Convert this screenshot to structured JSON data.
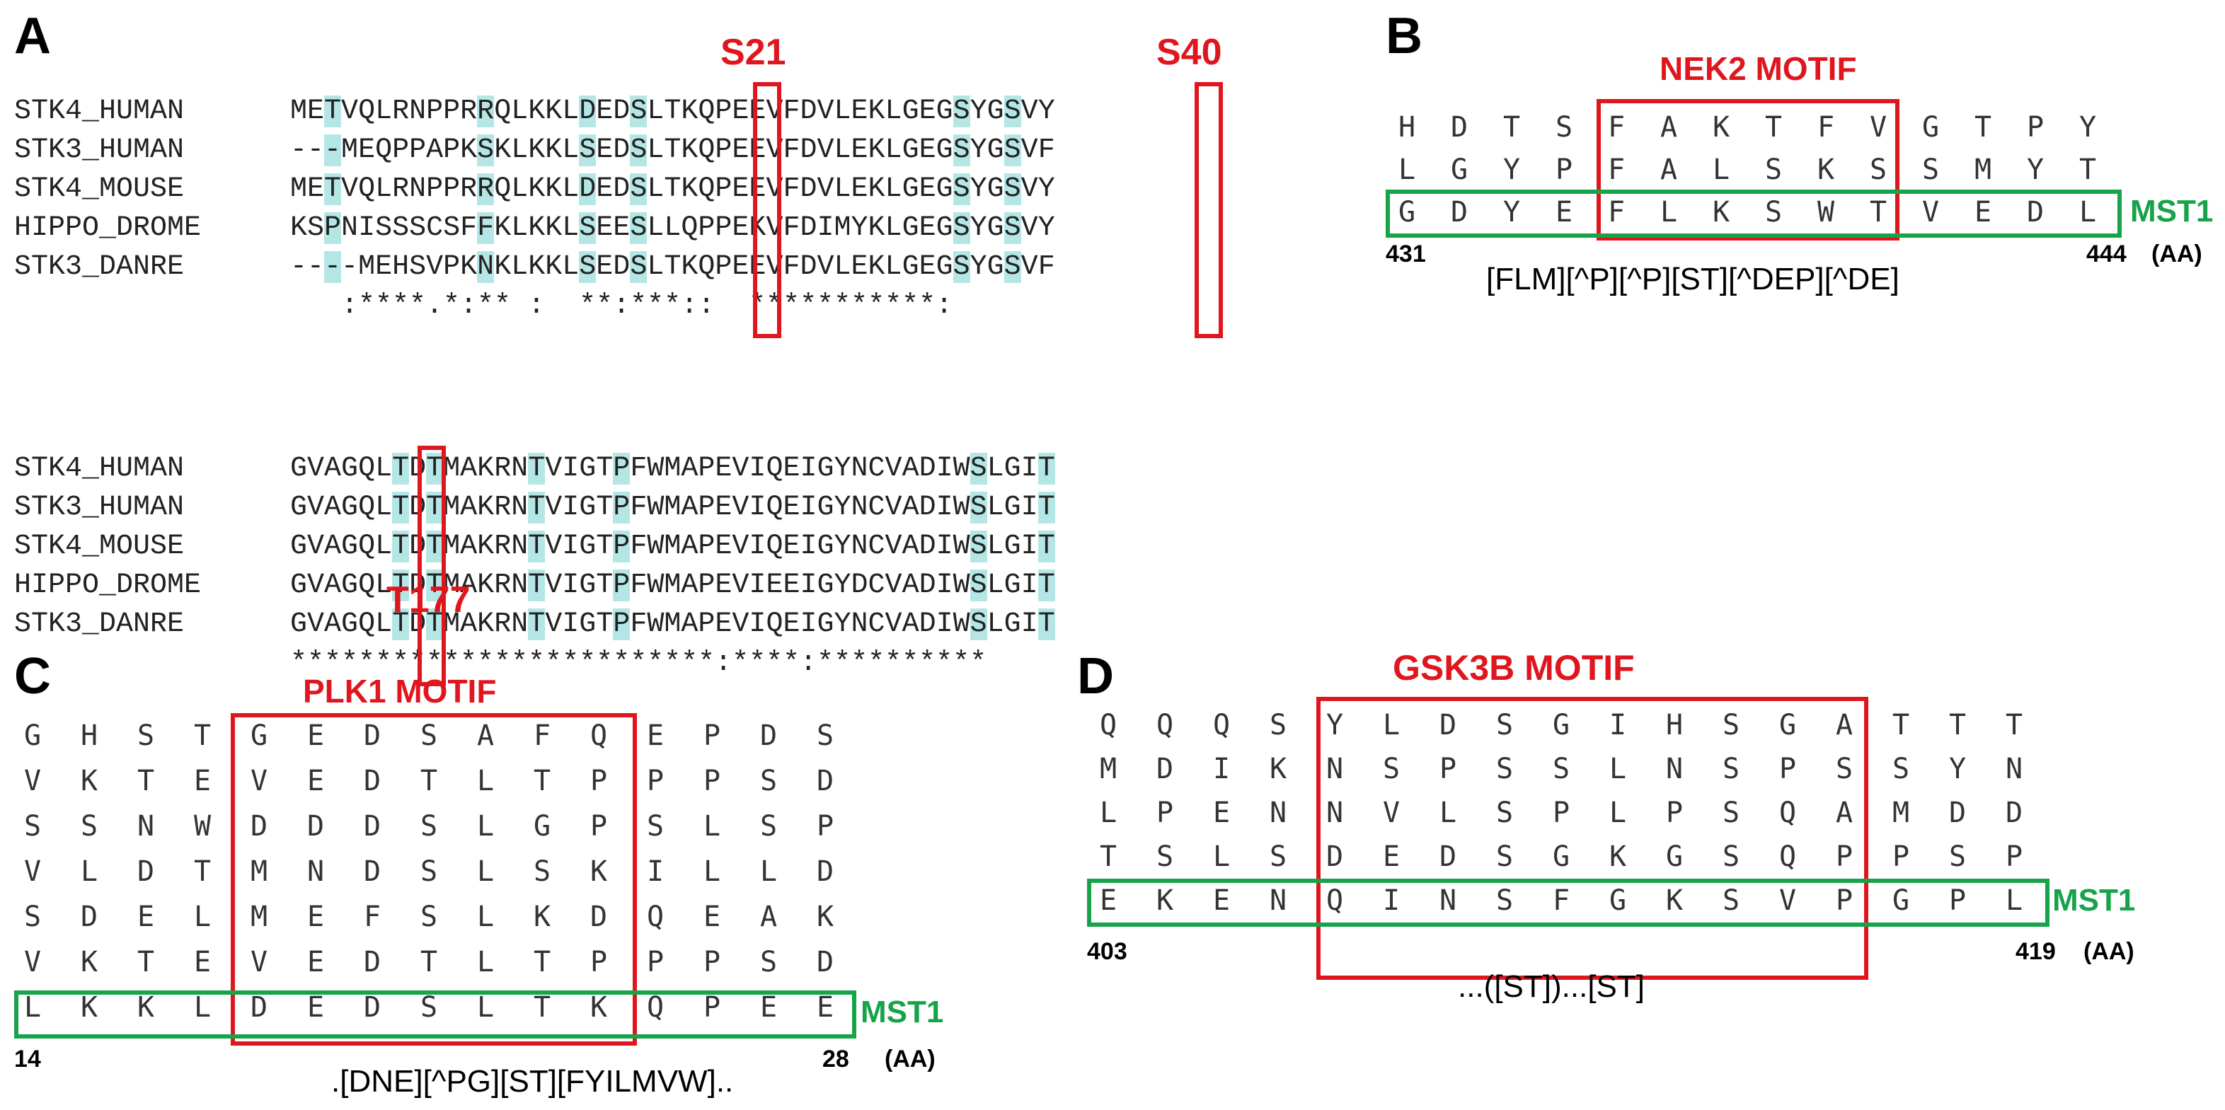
{
  "panelA": {
    "letter": "A",
    "block1": [
      {
        "name": "STK4_HUMAN",
        "seq": "METVQLRNPPRRQLKKLDEDSLTKQPEEVFDVLEKLGEGSYGSVY"
      },
      {
        "name": "STK3_HUMAN",
        "seq": "---MEQPPAPKSKLKKLSEDSLTKQPEEVFDVLEKLGEGSYGSVF"
      },
      {
        "name": "STK4_MOUSE",
        "seq": "METVQLRNPPRRQLKKLDEDSLTKQPEEVFDVLEKLGEGSYGSVY"
      },
      {
        "name": "HIPPO_DROME",
        "seq": "KSPNISSSCSFFKLKKLSEESLLQPPEKVFDIMYKLGEGSYGSVY"
      },
      {
        "name": "STK3_DANRE",
        "seq": "----MEHSVPKNKLKKLSEDSLTKQPEEVFDVLEKLGEGSYGSVF"
      }
    ],
    "consensus1": "   :****.*:** :  **:***::  ***********:",
    "block2": [
      {
        "name": "STK4_HUMAN",
        "seq": "GVAGQLTDTMAKRNTVIGTPFWMAPEVIQEIGYNCVADIWSLGIT"
      },
      {
        "name": "STK3_HUMAN",
        "seq": "GVAGQLTDTMAKRNTVIGTPFWMAPEVIQEIGYNCVADIWSLGIT"
      },
      {
        "name": "STK4_MOUSE",
        "seq": "GVAGQLTDTMAKRNTVIGTPFWMAPEVIQEIGYNCVADIWSLGIT"
      },
      {
        "name": "HIPPO_DROME",
        "seq": "GVAGQLTDTMAKRNTVIGTPFWMAPEVIEEIGYDCVADIWSLGIT"
      },
      {
        "name": "STK3_DANRE",
        "seq": "GVAGQLTDTMAKRNTVIGTPFWMAPEVIQEIGYNCVADIWSLGIT"
      }
    ],
    "consensus2": "*************************:****:**********",
    "labels": {
      "s21": "S21",
      "s40": "S40",
      "t177": "T177"
    }
  },
  "panelB": {
    "letter": "B",
    "motif_label": "NEK2 MOTIF",
    "rows": [
      [
        "H",
        "D",
        "T",
        "S",
        "F",
        "A",
        "K",
        "T",
        "F",
        "V",
        "G",
        "T",
        "P",
        "Y"
      ],
      [
        "L",
        "G",
        "Y",
        "P",
        "F",
        "A",
        "L",
        "S",
        "K",
        "S",
        "S",
        "M",
        "Y",
        "T"
      ],
      [
        "G",
        "D",
        "Y",
        "E",
        "F",
        "L",
        "K",
        "S",
        "W",
        "T",
        "V",
        "E",
        "D",
        "L"
      ]
    ],
    "target_label": "MST1",
    "start": "431",
    "end": "444",
    "unit": "(AA)",
    "pattern": "[FLM][^P][^P][ST][^DEP][^DE]"
  },
  "panelC": {
    "letter": "C",
    "motif_label": "PLK1 MOTIF",
    "rows": [
      [
        "G",
        "H",
        "S",
        "T",
        "G",
        "E",
        "D",
        "S",
        "A",
        "F",
        "Q",
        "E",
        "P",
        "D",
        "S"
      ],
      [
        "V",
        "K",
        "T",
        "E",
        "V",
        "E",
        "D",
        "T",
        "L",
        "T",
        "P",
        "P",
        "P",
        "S",
        "D"
      ],
      [
        "S",
        "S",
        "N",
        "W",
        "D",
        "D",
        "D",
        "S",
        "L",
        "G",
        "P",
        "S",
        "L",
        "S",
        "P"
      ],
      [
        "V",
        "L",
        "D",
        "T",
        "M",
        "N",
        "D",
        "S",
        "L",
        "S",
        "K",
        "I",
        "L",
        "L",
        "D"
      ],
      [
        "S",
        "D",
        "E",
        "L",
        "M",
        "E",
        "F",
        "S",
        "L",
        "K",
        "D",
        "Q",
        "E",
        "A",
        "K"
      ],
      [
        "V",
        "K",
        "T",
        "E",
        "V",
        "E",
        "D",
        "T",
        "L",
        "T",
        "P",
        "P",
        "P",
        "S",
        "D"
      ],
      [
        "L",
        "K",
        "K",
        "L",
        "D",
        "E",
        "D",
        "S",
        "L",
        "T",
        "K",
        "Q",
        "P",
        "E",
        "E"
      ]
    ],
    "target_label": "MST1",
    "start": "14",
    "end": "28",
    "unit": "(AA)",
    "pattern": ".[DNE][^PG][ST][FYILMVW].."
  },
  "panelD": {
    "letter": "D",
    "motif_label": "GSK3B MOTIF",
    "rows": [
      [
        "Q",
        "Q",
        "Q",
        "S",
        "Y",
        "L",
        "D",
        "S",
        "G",
        "I",
        "H",
        "S",
        "G",
        "A",
        "T",
        "T",
        "T"
      ],
      [
        "M",
        "D",
        "I",
        "K",
        "N",
        "S",
        "P",
        "S",
        "S",
        "L",
        "N",
        "S",
        "P",
        "S",
        "S",
        "Y",
        "N"
      ],
      [
        "L",
        "P",
        "E",
        "N",
        "N",
        "V",
        "L",
        "S",
        "P",
        "L",
        "P",
        "S",
        "Q",
        "A",
        "M",
        "D",
        "D"
      ],
      [
        "T",
        "S",
        "L",
        "S",
        "D",
        "E",
        "D",
        "S",
        "G",
        "K",
        "G",
        "S",
        "Q",
        "P",
        "P",
        "S",
        "P"
      ],
      [
        "E",
        "K",
        "E",
        "N",
        "Q",
        "I",
        "N",
        "S",
        "F",
        "G",
        "K",
        "S",
        "V",
        "P",
        "G",
        "P",
        "L"
      ]
    ],
    "target_label": "MST1",
    "start": "403",
    "end": "419",
    "unit": "(AA)",
    "pattern": "...([ST])...[ST]"
  },
  "colors": {
    "red": "#e0161e",
    "green": "#17a34a",
    "highlight": "#b5e6e6"
  }
}
